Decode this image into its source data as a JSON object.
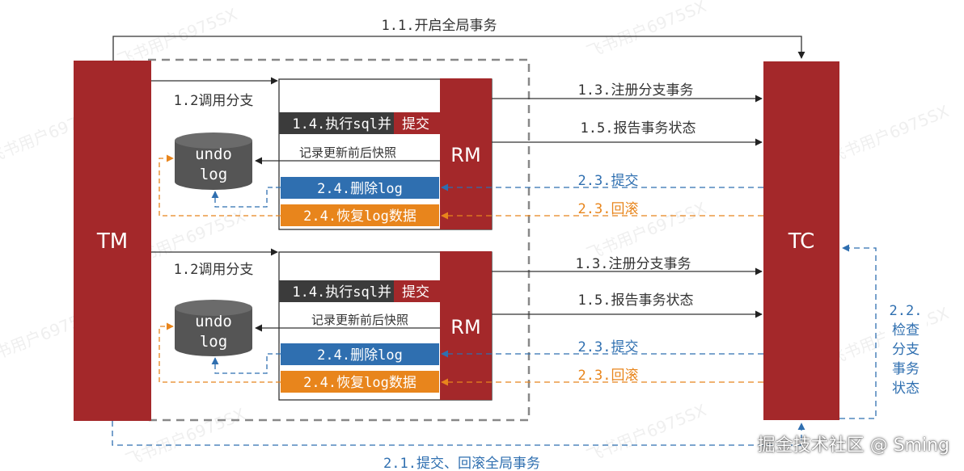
{
  "nodes": {
    "tm": "TM",
    "tc": "TC",
    "rm": "RM",
    "undo_log_line1": "undo",
    "undo_log_line2": "log"
  },
  "labels": {
    "begin_global": "1.1.开启全局事务",
    "call_branch": "1.2调用分支",
    "register_branch": "1.3.注册分支事务",
    "execute_sql_prefix": "1.4.执行sql并",
    "execute_sql_commit": "提交",
    "record_snapshot": "记录更新前后快照",
    "report_status": "1.5.报告事务状态",
    "commit": "2.3.提交",
    "rollback": "2.3.回滚",
    "delete_log": "2.4.删除log",
    "restore_log": "2.4.恢复log数据",
    "global_commit_rollback": "2.1.提交、回滚全局事务",
    "check_branch_lines": [
      "2.2.",
      "检查",
      "分支",
      "事务",
      "状态"
    ]
  },
  "watermark_text": "飞书用户6975SX",
  "footer": "掘金技术社区 @ Sming",
  "colors": {
    "red": "#a4282a",
    "dark": "#3b3b3b",
    "blue": "#2f6fb0",
    "orange": "#e8851c",
    "dashed_frame": "#888888"
  }
}
